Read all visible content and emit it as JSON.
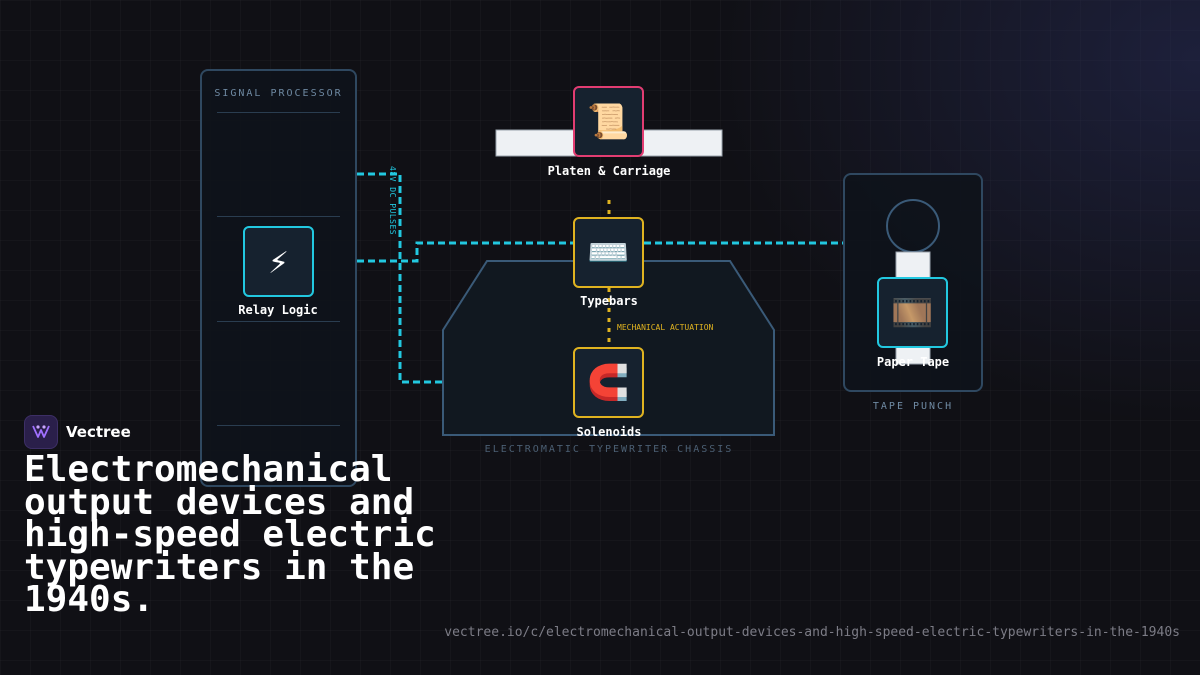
{
  "diagram": {
    "signal_processor": {
      "title": "SIGNAL PROCESSOR"
    },
    "relay_logic": {
      "icon": "lightning-icon",
      "glyph": "⚡",
      "label": "Relay Logic"
    },
    "wire_label": "48V DC PULSES",
    "platen": {
      "icon": "scroll-icon",
      "glyph": "📜",
      "label": "Platen & Carriage"
    },
    "typebars": {
      "icon": "keyboard-icon",
      "glyph": "⌨️",
      "label": "Typebars"
    },
    "actuation_label": "MECHANICAL ACTUATION",
    "solenoids": {
      "icon": "magnet-icon",
      "glyph": "🧲",
      "label": "Solenoids"
    },
    "chassis": {
      "title": "ELECTROMATIC TYPEWRITER CHASSIS"
    },
    "tape_punch": {
      "title": "TAPE PUNCH"
    },
    "paper_tape": {
      "icon": "film-icon",
      "glyph": "🎞️",
      "label": "Paper Tape"
    },
    "colors": {
      "electric": "#22c8e0",
      "mechanical": "#e0b320",
      "output": "#e23d72"
    }
  },
  "brand": {
    "name": "Vectree",
    "icon": "vectree-logo-icon"
  },
  "headline": "Electromechanical output devices and high-speed electric typewriters in the 1940s.",
  "url": "vectree.io/c/electromechanical-output-devices-and-high-speed-electric-typewriters-in-the-1940s"
}
